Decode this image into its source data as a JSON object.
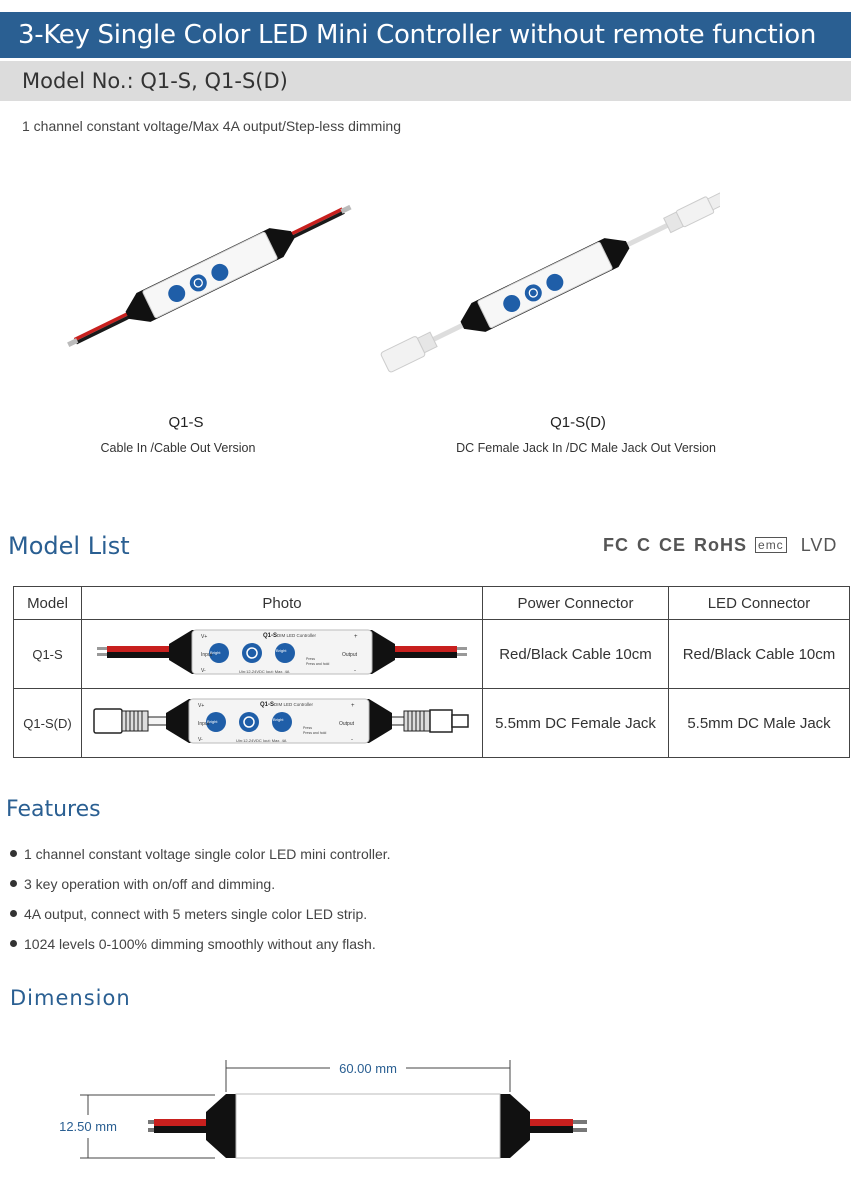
{
  "header": {
    "title": "3-Key Single Color LED Mini Controller without remote function",
    "model_no": "Model No.: Q1-S, Q1-S(D)"
  },
  "subtitle": "1 channel constant voltage/Max 4A output/Step-less dimming",
  "products": [
    {
      "name": "Q1-S",
      "desc": "Cable In /Cable Out Version"
    },
    {
      "name": "Q1-S(D)",
      "desc": "DC Female Jack In /DC Male Jack Out Version"
    }
  ],
  "device_labels": {
    "model": "Q1-S",
    "sub": "DIM LED Controller",
    "input": "Input",
    "output": "Output",
    "vplus": "V+",
    "vminus": "V-",
    "plus": "+",
    "minus": "-",
    "bright_minus": "Bright",
    "bright_plus": "Bright",
    "spec": "Uin:12-24VDC   Iout: Max. 4A",
    "press": "Press",
    "press_hold": "Press and hold"
  },
  "model_list": {
    "heading": "Model List",
    "certs": [
      "FC",
      "C",
      "CE",
      "RoHS",
      "emc",
      "LVD"
    ],
    "columns": [
      "Model",
      "Photo",
      "Power Connector",
      "LED Connector"
    ],
    "rows": [
      {
        "model": "Q1-S",
        "power": "Red/Black Cable 10cm",
        "led": "Red/Black Cable 10cm"
      },
      {
        "model": "Q1-S(D)",
        "power": "5.5mm DC Female Jack",
        "led": "5.5mm DC Male Jack"
      }
    ]
  },
  "features": {
    "heading": "Features",
    "items": [
      "1 channel constant voltage single color LED mini controller.",
      "3 key operation with on/off and dimming.",
      "4A output, connect with 5 meters single color LED strip.",
      "1024 levels 0-100% dimming smoothly without any flash."
    ]
  },
  "dimension": {
    "heading": "Dimension",
    "length": "60.00 mm",
    "height": "12.50 mm"
  },
  "colors": {
    "primary": "#2a5f92",
    "button": "#1f5ea8",
    "cable_red": "#c8201e"
  }
}
